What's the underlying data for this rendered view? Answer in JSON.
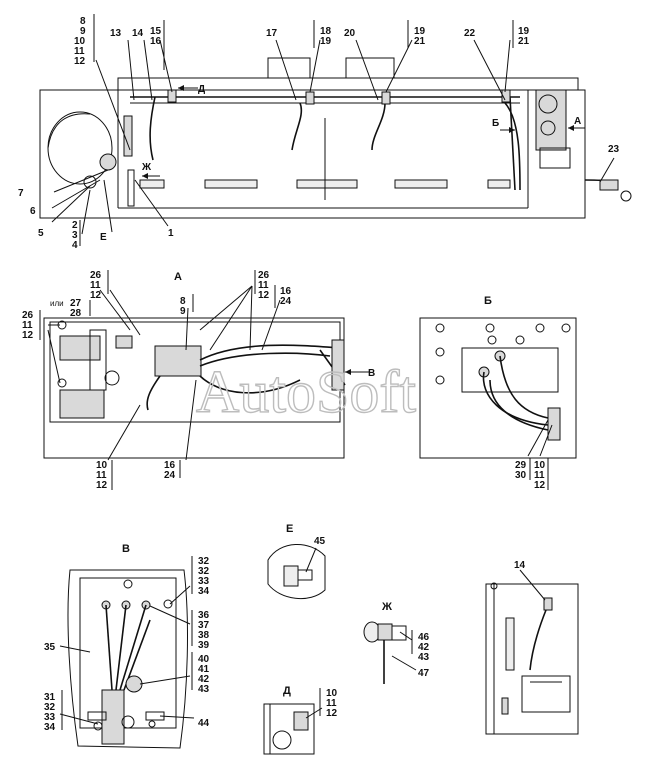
{
  "main_view": {
    "callouts": {
      "c1": "8",
      "c2": "9",
      "c3": "10",
      "c4": "11",
      "c5": "12",
      "c6": "13",
      "c7": "14",
      "c8": "15",
      "c9": "16",
      "c10": "17",
      "c11": "18",
      "c12": "19",
      "c13": "20",
      "c14": "19",
      "c15": "21",
      "c16": "22",
      "c17": "19",
      "c18": "21",
      "c19": "23",
      "c20": "7",
      "c21": "6",
      "c22": "5",
      "c23": "2",
      "c24": "3",
      "c25": "4",
      "c26": "1"
    },
    "view_refs": {
      "d": "Д",
      "zh": "Ж",
      "b": "Б",
      "a": "А",
      "e": "Е"
    }
  },
  "view_a": {
    "title": "А",
    "alt_label": "или",
    "callouts": {
      "c1": "26",
      "c2": "11",
      "c3": "12",
      "c4": "27",
      "c5": "28",
      "c6": "26",
      "c7": "11",
      "c8": "12",
      "c9": "8",
      "c10": "9",
      "c11": "26",
      "c12": "11",
      "c13": "12",
      "c14": "16",
      "c15": "24",
      "c16": "10",
      "c17": "11",
      "c18": "12",
      "c19": "16",
      "c20": "24"
    },
    "view_ref": "В"
  },
  "view_b": {
    "title": "Б",
    "callouts": {
      "c1": "29",
      "c2": "30",
      "c3": "10",
      "c4": "11",
      "c5": "12"
    }
  },
  "view_v": {
    "title": "В",
    "callouts": {
      "c1": "32",
      "c2": "32",
      "c3": "33",
      "c4": "34",
      "c5": "35",
      "c6": "36",
      "c7": "37",
      "c8": "38",
      "c9": "39",
      "c10": "40",
      "c11": "41",
      "c12": "42",
      "c13": "43",
      "c14": "31",
      "c15": "32",
      "c16": "33",
      "c17": "34",
      "c18": "44"
    }
  },
  "view_e": {
    "title": "Е",
    "callouts": {
      "c1": "45"
    }
  },
  "view_zh": {
    "title": "Ж",
    "callouts": {
      "c1": "46",
      "c2": "42",
      "c3": "43",
      "c4": "47"
    }
  },
  "view_d": {
    "title": "Д",
    "callouts": {
      "c1": "10",
      "c2": "11",
      "c3": "12"
    }
  },
  "side_view": {
    "callouts": {
      "c1": "14"
    }
  },
  "watermark": "AutoSoft"
}
